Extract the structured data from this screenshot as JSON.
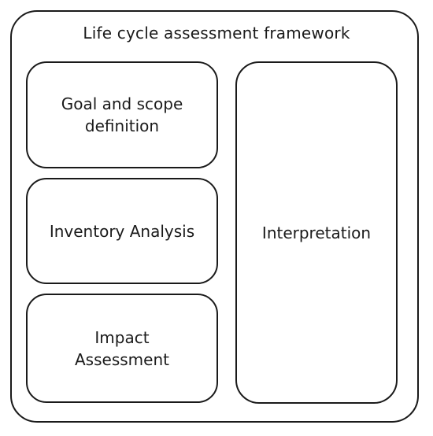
{
  "framework": {
    "title": "Life cycle assessment framework"
  },
  "phases": {
    "goal_scope": "Goal and scope\ndefinition",
    "inventory": "Inventory Analysis",
    "impact": "Impact\nAssessment",
    "interpretation": "Interpretation"
  }
}
